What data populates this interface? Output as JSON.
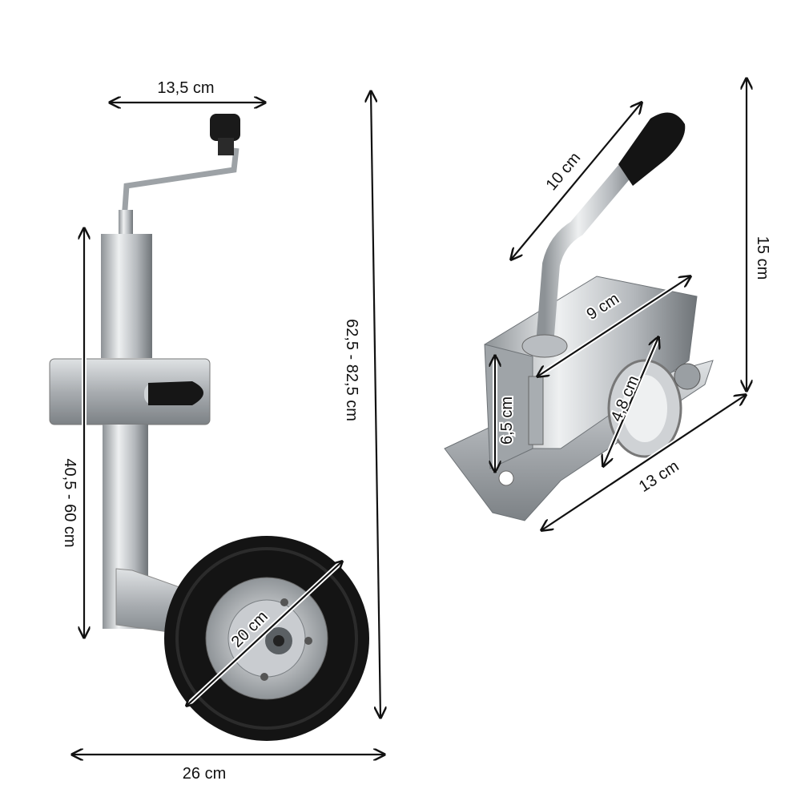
{
  "jockey_wheel": {
    "dimensions": {
      "crank_width": "13,5 cm",
      "total_height": "62,5 - 82,5 cm",
      "tube_height": "40,5 - 60 cm",
      "wheel_diameter": "20 cm",
      "total_depth": "26 cm"
    }
  },
  "clamp": {
    "dimensions": {
      "handle_length": "10 cm",
      "height": "15 cm",
      "width": "9 cm",
      "inner_diameter": "4,8 cm",
      "bracket_height": "6,5 cm",
      "length": "13 cm"
    }
  },
  "colors": {
    "arrow": "#111111",
    "metal": "#b8bcc0",
    "rubber": "#151515"
  }
}
